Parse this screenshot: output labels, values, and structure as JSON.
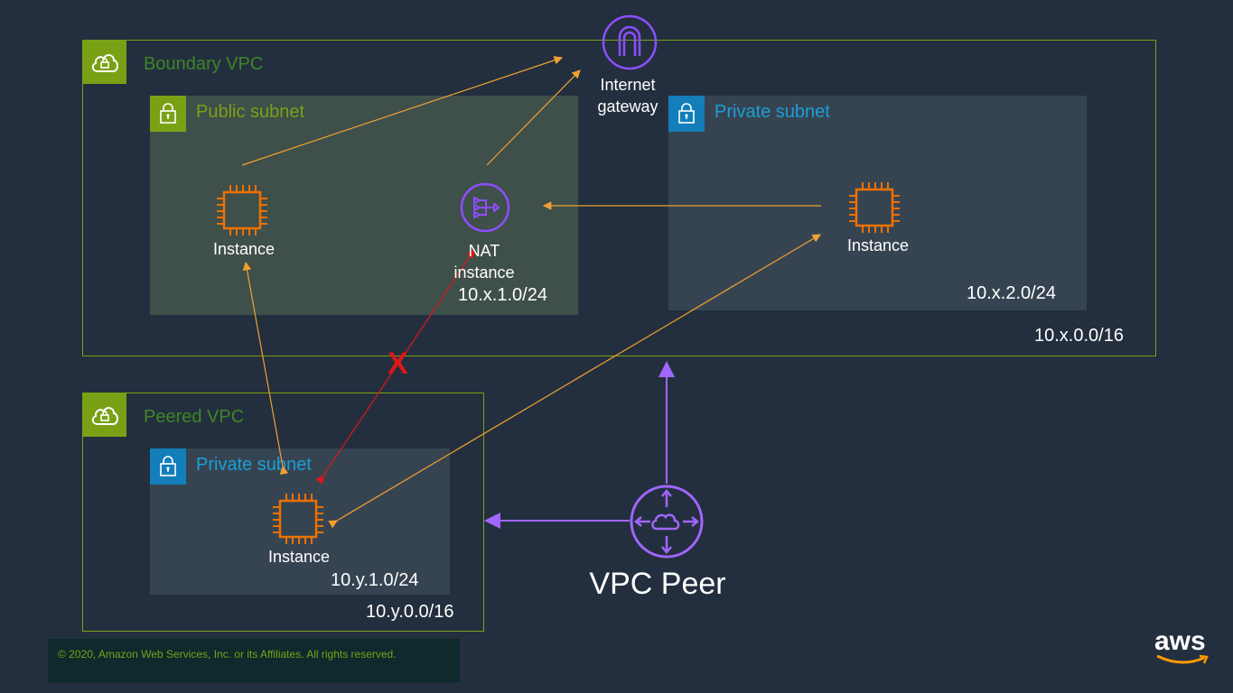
{
  "boundary_vpc": {
    "title": "Boundary VPC",
    "cidr": "10.x.0.0/16"
  },
  "public_subnet": {
    "title": "Public subnet",
    "cidr": "10.x.1.0/24"
  },
  "boundary_private_subnet": {
    "title": "Private subnet",
    "cidr": "10.x.2.0/24"
  },
  "peered_vpc": {
    "title": "Peered VPC",
    "cidr": "10.y.0.0/16"
  },
  "peered_private_subnet": {
    "title": "Private subnet",
    "cidr": "10.y.1.0/24"
  },
  "internet_gateway": {
    "label_line1": "Internet",
    "label_line2": "gateway"
  },
  "nat_instance": {
    "label_line1": "NAT",
    "label_line2": "instance"
  },
  "instance_label": "Instance",
  "vpc_peer": {
    "label": "VPC Peer"
  },
  "blocked_marker": "X",
  "footer": {
    "copyright": "© 2020, Amazon Web Services, Inc. or its Affiliates. All rights reserved.",
    "logo": "aws"
  },
  "colors": {
    "background": "#232f3e",
    "vpc_green": "#7aa116",
    "public_subnet": "#3f4f4a",
    "private_subnet": "#364452",
    "subnet_blue": "#147eba",
    "compute_orange": "#ed7100",
    "network_purple": "#8c4fff",
    "blocked_red": "#dd1717"
  }
}
